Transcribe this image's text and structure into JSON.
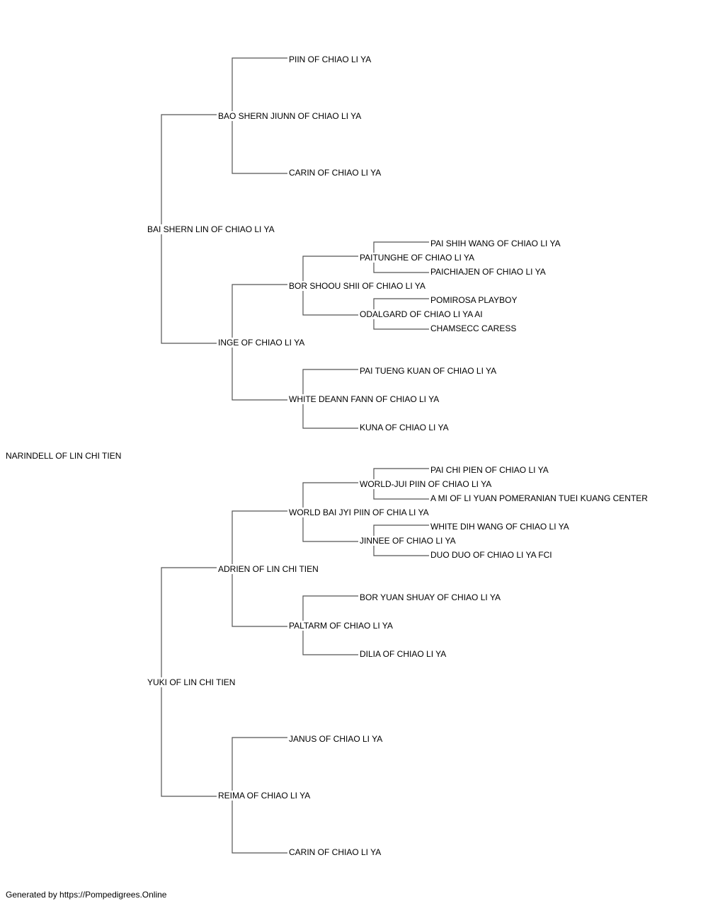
{
  "pedigree": {
    "subject": "NARINDELL OF LIN CHI TIEN",
    "sire": {
      "name": "BAI SHERN LIN OF CHIAO LI YA",
      "sire": {
        "name": "BAO SHERN JIUNN OF CHIAO LI YA",
        "sire": "PIIN OF CHIAO LI YA",
        "dam": "CARIN OF CHIAO LI YA"
      },
      "dam": {
        "name": "INGE OF CHIAO LI YA",
        "sire": {
          "name": "BOR SHOOU SHII OF CHIAO LI YA",
          "sire": {
            "name": "PAITUNGHE OF CHIAO LI YA",
            "sire": "PAI SHIH WANG OF CHIAO LI YA",
            "dam": "PAICHIAJEN OF CHIAO LI YA"
          },
          "dam": {
            "name": "ODALGARD OF CHIAO LI YA AI",
            "sire": "POMIROSA PLAYBOY",
            "dam": "CHAMSECC CARESS"
          }
        },
        "dam": {
          "name": "WHITE DEANN FANN OF CHIAO LI YA",
          "sire": "PAI TUENG KUAN OF CHIAO LI YA",
          "dam": "KUNA OF CHIAO LI YA"
        }
      }
    },
    "dam": {
      "name": "YUKI OF LIN CHI TIEN",
      "sire": {
        "name": "ADRIEN OF LIN CHI TIEN",
        "sire": {
          "name": "WORLD BAI JYI PIIN OF CHIA LI YA",
          "sire": {
            "name": "WORLD-JUI PIIN OF CHIAO LI YA",
            "sire": "PAI CHI PIEN OF CHIAO LI YA",
            "dam": "A MI OF LI YUAN POMERANIAN TUEI KUANG CENTER"
          },
          "dam": {
            "name": "JINNEE OF CHIAO LI YA",
            "sire": "WHITE DIH WANG OF CHIAO LI YA",
            "dam": "DUO DUO OF CHIAO LI YA FCI"
          }
        },
        "dam": {
          "name": "PALTARM OF CHIAO LI YA",
          "sire": "BOR YUAN SHUAY OF CHIAO LI YA",
          "dam": "DILIA OF CHIAO LI YA"
        }
      },
      "dam": {
        "name": "REIMA OF CHIAO LI YA",
        "sire": "JANUS OF CHIAO LI YA",
        "dam": "CARIN OF CHIAO LI YA"
      }
    }
  },
  "footer": "Generated by https://Pompedigrees.Online",
  "colors": {
    "line": "#555555",
    "text": "#000000",
    "background": "#ffffff"
  }
}
